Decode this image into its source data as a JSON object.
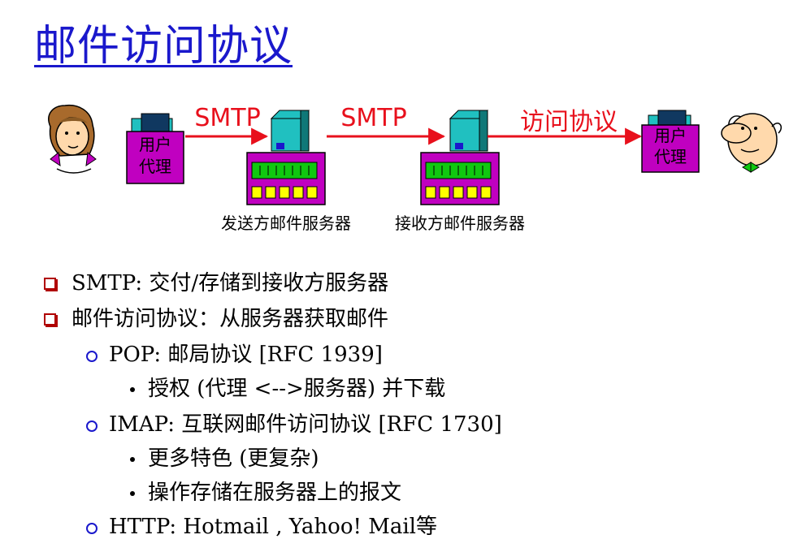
{
  "title": "邮件访问协议",
  "diagram": {
    "agent_label_line1": "用户",
    "agent_label_line2": "代理",
    "arrow1_label": "SMTP",
    "arrow2_label": "SMTP",
    "arrow3_label": "访问协议",
    "sender_server_label": "发送方邮件服务器",
    "receiver_server_label": "接收方邮件服务器"
  },
  "bullets": [
    {
      "level": 1,
      "text": "SMTP: 交付/存储到接收方服务器"
    },
    {
      "level": 1,
      "text": "邮件访问协议：从服务器获取邮件"
    },
    {
      "level": 2,
      "text": "POP: 邮局协议 [RFC 1939]"
    },
    {
      "level": 3,
      "text": "授权 (代理 <-->服务器) 并下载"
    },
    {
      "level": 2,
      "text": "IMAP: 互联网邮件访问协议 [RFC 1730]"
    },
    {
      "level": 3,
      "text": "更多特色 (更复杂)"
    },
    {
      "level": 3,
      "text": "操作存储在服务器上的报文"
    },
    {
      "level": 2,
      "text": "HTTP: Hotmail , Yahoo! Mail等"
    }
  ],
  "colors": {
    "title": "#1a18cc",
    "arrow": "#e8101c",
    "box_magenta": "#c000c0",
    "server_green": "#10c810",
    "server_yellow": "#ffff00",
    "computer_teal": "#20c0c0"
  }
}
